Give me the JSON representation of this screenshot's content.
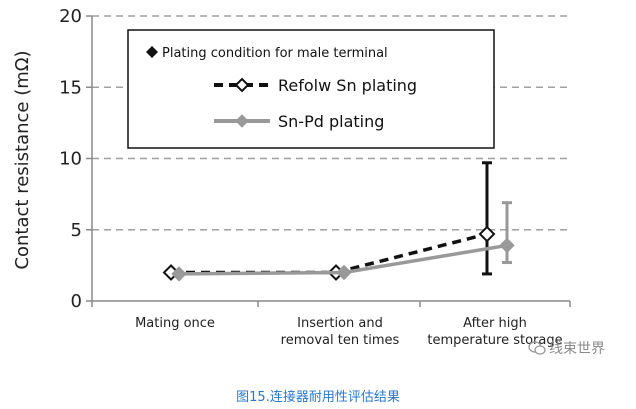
{
  "chart_data": {
    "type": "line",
    "title": "",
    "xlabel": "",
    "ylabel": "Contact resistance (mΩ)",
    "ylim": [
      0,
      20
    ],
    "yticks": [
      0,
      5,
      10,
      15,
      20
    ],
    "grid": "horizontal dashed",
    "legend_title": "Plating condition for male terminal",
    "legend_position": "top-left inside",
    "categories": [
      [
        "Mating once"
      ],
      [
        "Insertion and",
        "removal ten times"
      ],
      [
        "After high",
        "temperature storage"
      ]
    ],
    "series": [
      {
        "name": "Refolw Sn plating",
        "color": "#111111",
        "dash": "dashed",
        "marker": "open-diamond",
        "values": [
          2.0,
          2.0,
          4.7
        ],
        "error": [
          null,
          null,
          [
            1.9,
            9.7
          ]
        ]
      },
      {
        "name": "Sn-Pd plating",
        "color": "#999999",
        "dash": "solid",
        "marker": "filled-diamond",
        "values": [
          1.9,
          2.0,
          3.9
        ],
        "error": [
          null,
          null,
          [
            2.7,
            6.9
          ]
        ]
      }
    ]
  },
  "caption": "图15.连接器耐用性评估结果",
  "watermark": "线束世界"
}
